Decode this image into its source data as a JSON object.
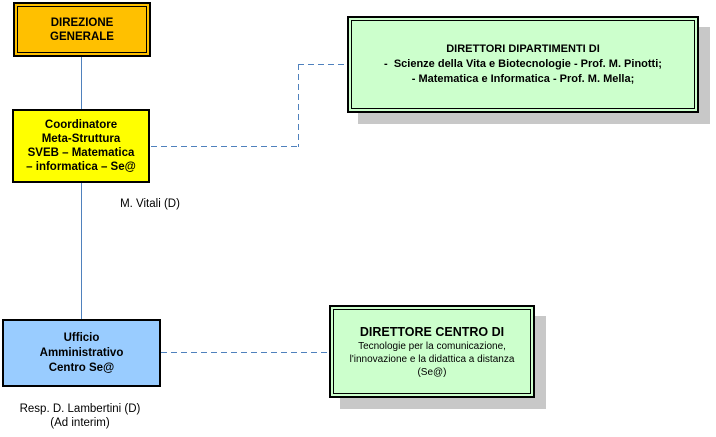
{
  "boxes": {
    "direzione_generale": {
      "lines": [
        "DIREZIONE",
        "GENERALE"
      ],
      "fill": "#FFC000"
    },
    "coordinatore": {
      "lines": [
        "Coordinatore",
        "Meta-Struttura",
        "SVEB – Matematica",
        "– informatica – Se@"
      ],
      "fill": "#FFFF00"
    },
    "ufficio_amministrativo": {
      "lines": [
        "Ufficio",
        "Amministrativo",
        "Centro Se@"
      ],
      "fill": "#99CCFF"
    },
    "direttori_dipartimenti": {
      "title": "DIRETTORI DIPARTIMENTI DI",
      "lines": [
        "-  Scienze della Vita e Biotecnologie - Prof. M. Pinotti;",
        "- Matematica e Informatica - Prof. M. Mella;"
      ],
      "fill": "#CCFFCC"
    },
    "direttore_centro": {
      "title": "DIRETTORE CENTRO DI",
      "lines": [
        "Tecnologie per la comunicazione,",
        "l'innovazione e la didattica a distanza",
        "(Se@)"
      ],
      "fill": "#CCFFCC"
    }
  },
  "annotations": {
    "coordinatore_person": "M. Vitali (D)",
    "ufficio_person": "Resp. D. Lambertini (D)",
    "ufficio_person_note": "(Ad interim)"
  },
  "colors": {
    "connector_blue": "#4F81BD",
    "border_black": "#000000",
    "shadow_gray": "#C8C8C8",
    "background": "#FFFFFF"
  }
}
